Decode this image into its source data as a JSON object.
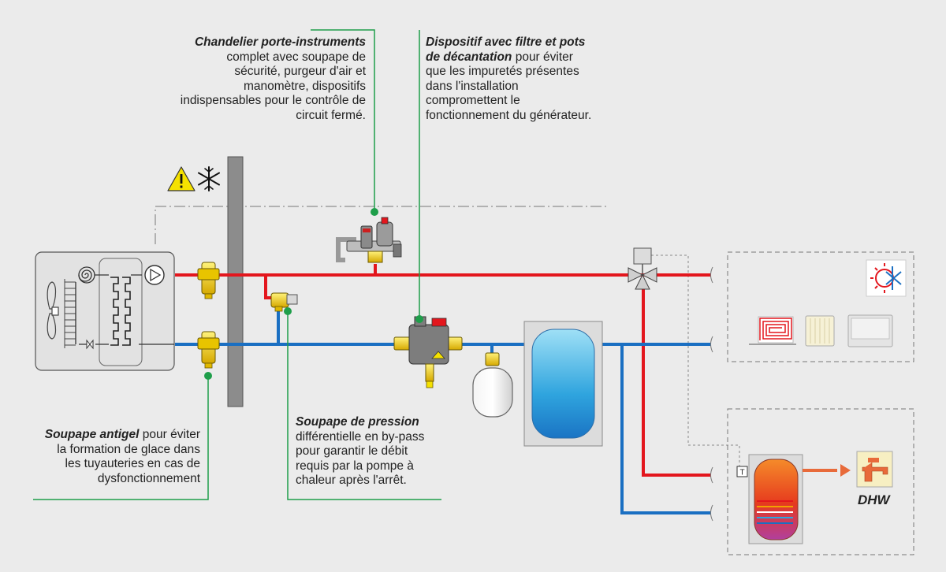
{
  "annotations": {
    "chandelier": {
      "title": "Chandelier porte-instruments",
      "body": [
        "complet avec soupape de",
        "sécurité, purgeur d'air et",
        "manomètre, dispositifs",
        "indispensables pour le contrôle de",
        "circuit fermé."
      ]
    },
    "dispositif": {
      "title_lines": [
        "Dispositif avec filtre et pots",
        "de décantation"
      ],
      "tail": " pour éviter",
      "body": [
        "que les impuretés présentes",
        "dans l'installation",
        "compromettent le",
        "fonctionnement du générateur."
      ]
    },
    "antigel": {
      "title": "Soupape antigel",
      "tail": " pour éviter",
      "body": [
        "la formation de glace dans",
        "les tuyauteries en cas de",
        "dysfonctionnement"
      ]
    },
    "pression": {
      "title": "Soupape de pression",
      "body": [
        "différentielle en by-pass",
        "pour garantir le débit",
        "requis par la pompe à",
        "chaleur après l'arrêt."
      ]
    }
  },
  "labels": {
    "dhw": "DHW",
    "tank_sensor": "T"
  },
  "icons": [
    "warning-icon",
    "snowflake-icon",
    "hot-cold-icon",
    "underfloor-heating-icon",
    "radiator-icon",
    "fan-coil-icon",
    "faucet-icon"
  ],
  "colors": {
    "hot_pipe": "#e3161d",
    "cold_pipe": "#1a6fc2",
    "leader_line": "#1e9e4a",
    "background": "#ebebeb",
    "warning": "#f5e100",
    "dhw_arrow": "#e86a3a"
  }
}
